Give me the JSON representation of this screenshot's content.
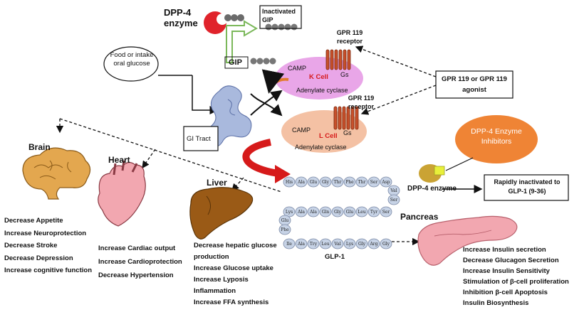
{
  "enzyme": {
    "label": "DPP-4 enzyme"
  },
  "inactivated_gip": {
    "label": "Inactivated GIP"
  },
  "gip": {
    "label": "GIP"
  },
  "food": {
    "label": "Food or intake oral glucose"
  },
  "gpr_top": {
    "label": "GPR 119 receptor"
  },
  "gpr_mid": {
    "label": "GPR 119 receptor"
  },
  "agonist": {
    "label": "GPR 119 or GPR 119 agonist"
  },
  "k_cell": {
    "camp": "CAMP",
    "gs": "Gs",
    "name": "K Cell",
    "cyclase": "Adenylate cyclase"
  },
  "l_cell": {
    "camp": "CAMP",
    "gs": "Gs",
    "name": "L Cell",
    "cyclase": "Adenylate cyclase"
  },
  "gi_tract": {
    "label": "GI Tract"
  },
  "inhibitors": {
    "label": "DPP-4 Enzyme Inhibitors"
  },
  "dpp4_enzyme_label": "DPP-4 enzyme",
  "rapid": {
    "label": "Rapidly inactivated to GLP-1 (9-36)"
  },
  "glp1": {
    "label": "GLP-1",
    "row1": [
      "His",
      "Ala",
      "Glu",
      "Gly",
      "Thr",
      "Phe",
      "Thr",
      "Ser",
      "Asp"
    ],
    "turn1": [
      "Val",
      "Ser"
    ],
    "row2": [
      "Lys",
      "Ala",
      "Ala",
      "Gln",
      "Gly",
      "Glu",
      "Leu",
      "Tyr",
      "Ser"
    ],
    "turn2": [
      "Glu",
      "Phe"
    ],
    "row3": [
      "Ile",
      "Ala",
      "Try",
      "Leu",
      "Val",
      "Lys",
      "Gly",
      "Arg",
      "Gly"
    ]
  },
  "brain": {
    "title": "Brain",
    "items": [
      "Decrease Appetite",
      "Increase Neuroprotection",
      "Decrease Stroke",
      "Decrease Depression",
      "Increase cognitive function"
    ]
  },
  "heart": {
    "title": "Heart",
    "items": [
      "Increase Cardiac output",
      "Increase Cardioprotection",
      "Decrease Hypertension"
    ]
  },
  "liver": {
    "title": "Liver",
    "items": [
      "Decrease hepatic glucose",
      "production",
      "Increase Glucose uptake",
      "Increase Lyposis",
      "Inflammation",
      "Increase FFA synthesis"
    ]
  },
  "pancreas": {
    "title": "Pancreas",
    "items": [
      "Increase Insulin secretion",
      "Decrease Glucagon Secretion",
      "Increase Insulin Sensitivity",
      "Stimulation of β-cell proliferation",
      "Inhibition β-cell Apoptosis",
      "Insulin Biosynthesis"
    ]
  },
  "colors": {
    "enzyme_red": "#e0232b",
    "k_cell_fill": "#e9a6e8",
    "l_cell_fill": "#f4c1a4",
    "receptor": "#c8502a",
    "inhibitor_orange": "#ef8435",
    "arrow_red": "#d61a1a",
    "organ_pink": "#f2a7b0",
    "liver_brown": "#9a5a16",
    "brain_tan": "#e3a74f"
  }
}
